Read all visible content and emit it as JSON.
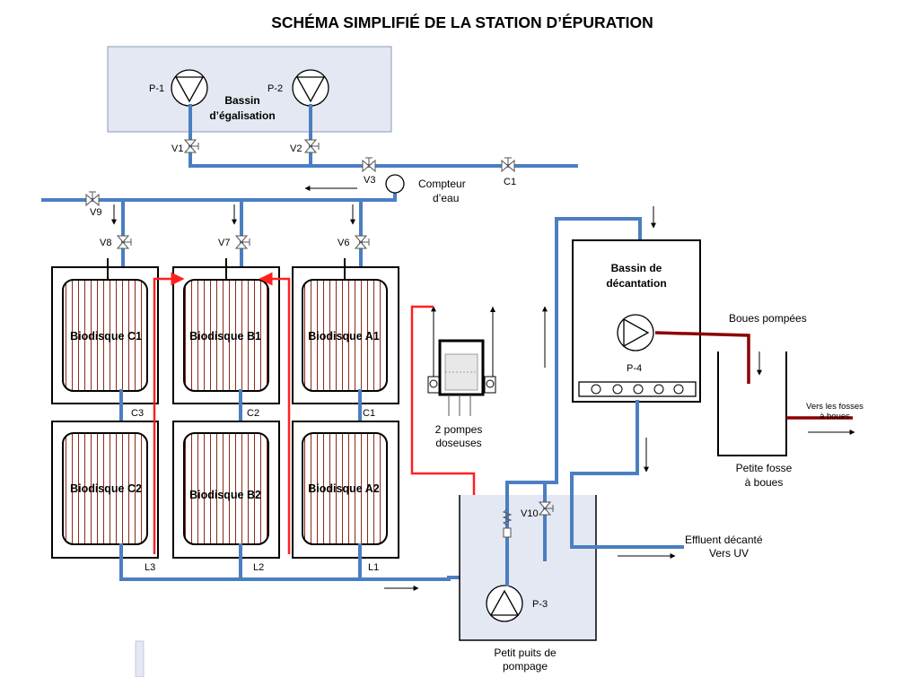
{
  "title": "SCHÉMA SIMPLIFIÉ DE LA STATION D’ÉPURATION",
  "colors": {
    "pipe": "#4a7fc1",
    "feed_line": "#ff2020",
    "sludge_line": "#8b0000",
    "basin_fill": "#e4e8f2"
  },
  "equalization_basin": {
    "label_line1": "Bassin",
    "label_line2": "d’égalisation"
  },
  "pumps": {
    "p1": "P-1",
    "p2": "P-2",
    "p3": "P-3",
    "p4": "P-4"
  },
  "valves": {
    "v1": "V1",
    "v2": "V2",
    "v3": "V3",
    "v6": "V6",
    "v7": "V7",
    "v8": "V8",
    "v9": "V9",
    "v10": "V10",
    "c1_top": "C1"
  },
  "meter": {
    "line1": "Compteur",
    "line2": "d’eau"
  },
  "biodisks": {
    "c1": "Biodisque C1",
    "b1": "Biodisque B1",
    "a1": "Biodisque A1",
    "c2": "Biodisque C2",
    "b2": "Biodisque B2",
    "a2": "Biodisque A2"
  },
  "connections": {
    "c3": "C3",
    "c2": "C2",
    "c1": "C1",
    "l3": "L3",
    "l2": "L2",
    "l1": "L1"
  },
  "dosing": {
    "line1": "2 pompes",
    "line2": "doseuses"
  },
  "settling_basin": {
    "line1": "Bassin de",
    "line2": "décantation"
  },
  "sludge": {
    "pumped": "Boues pompées",
    "pit_line1": "Petite fosse",
    "pit_line2": "à boues",
    "to_pits_line1": "Vers les fosses",
    "to_pits_line2": "à boues"
  },
  "effluent": {
    "line1": "Effluent décanté",
    "line2": "Vers UV"
  },
  "well": {
    "line1": "Petit puits de",
    "line2": "pompage"
  }
}
